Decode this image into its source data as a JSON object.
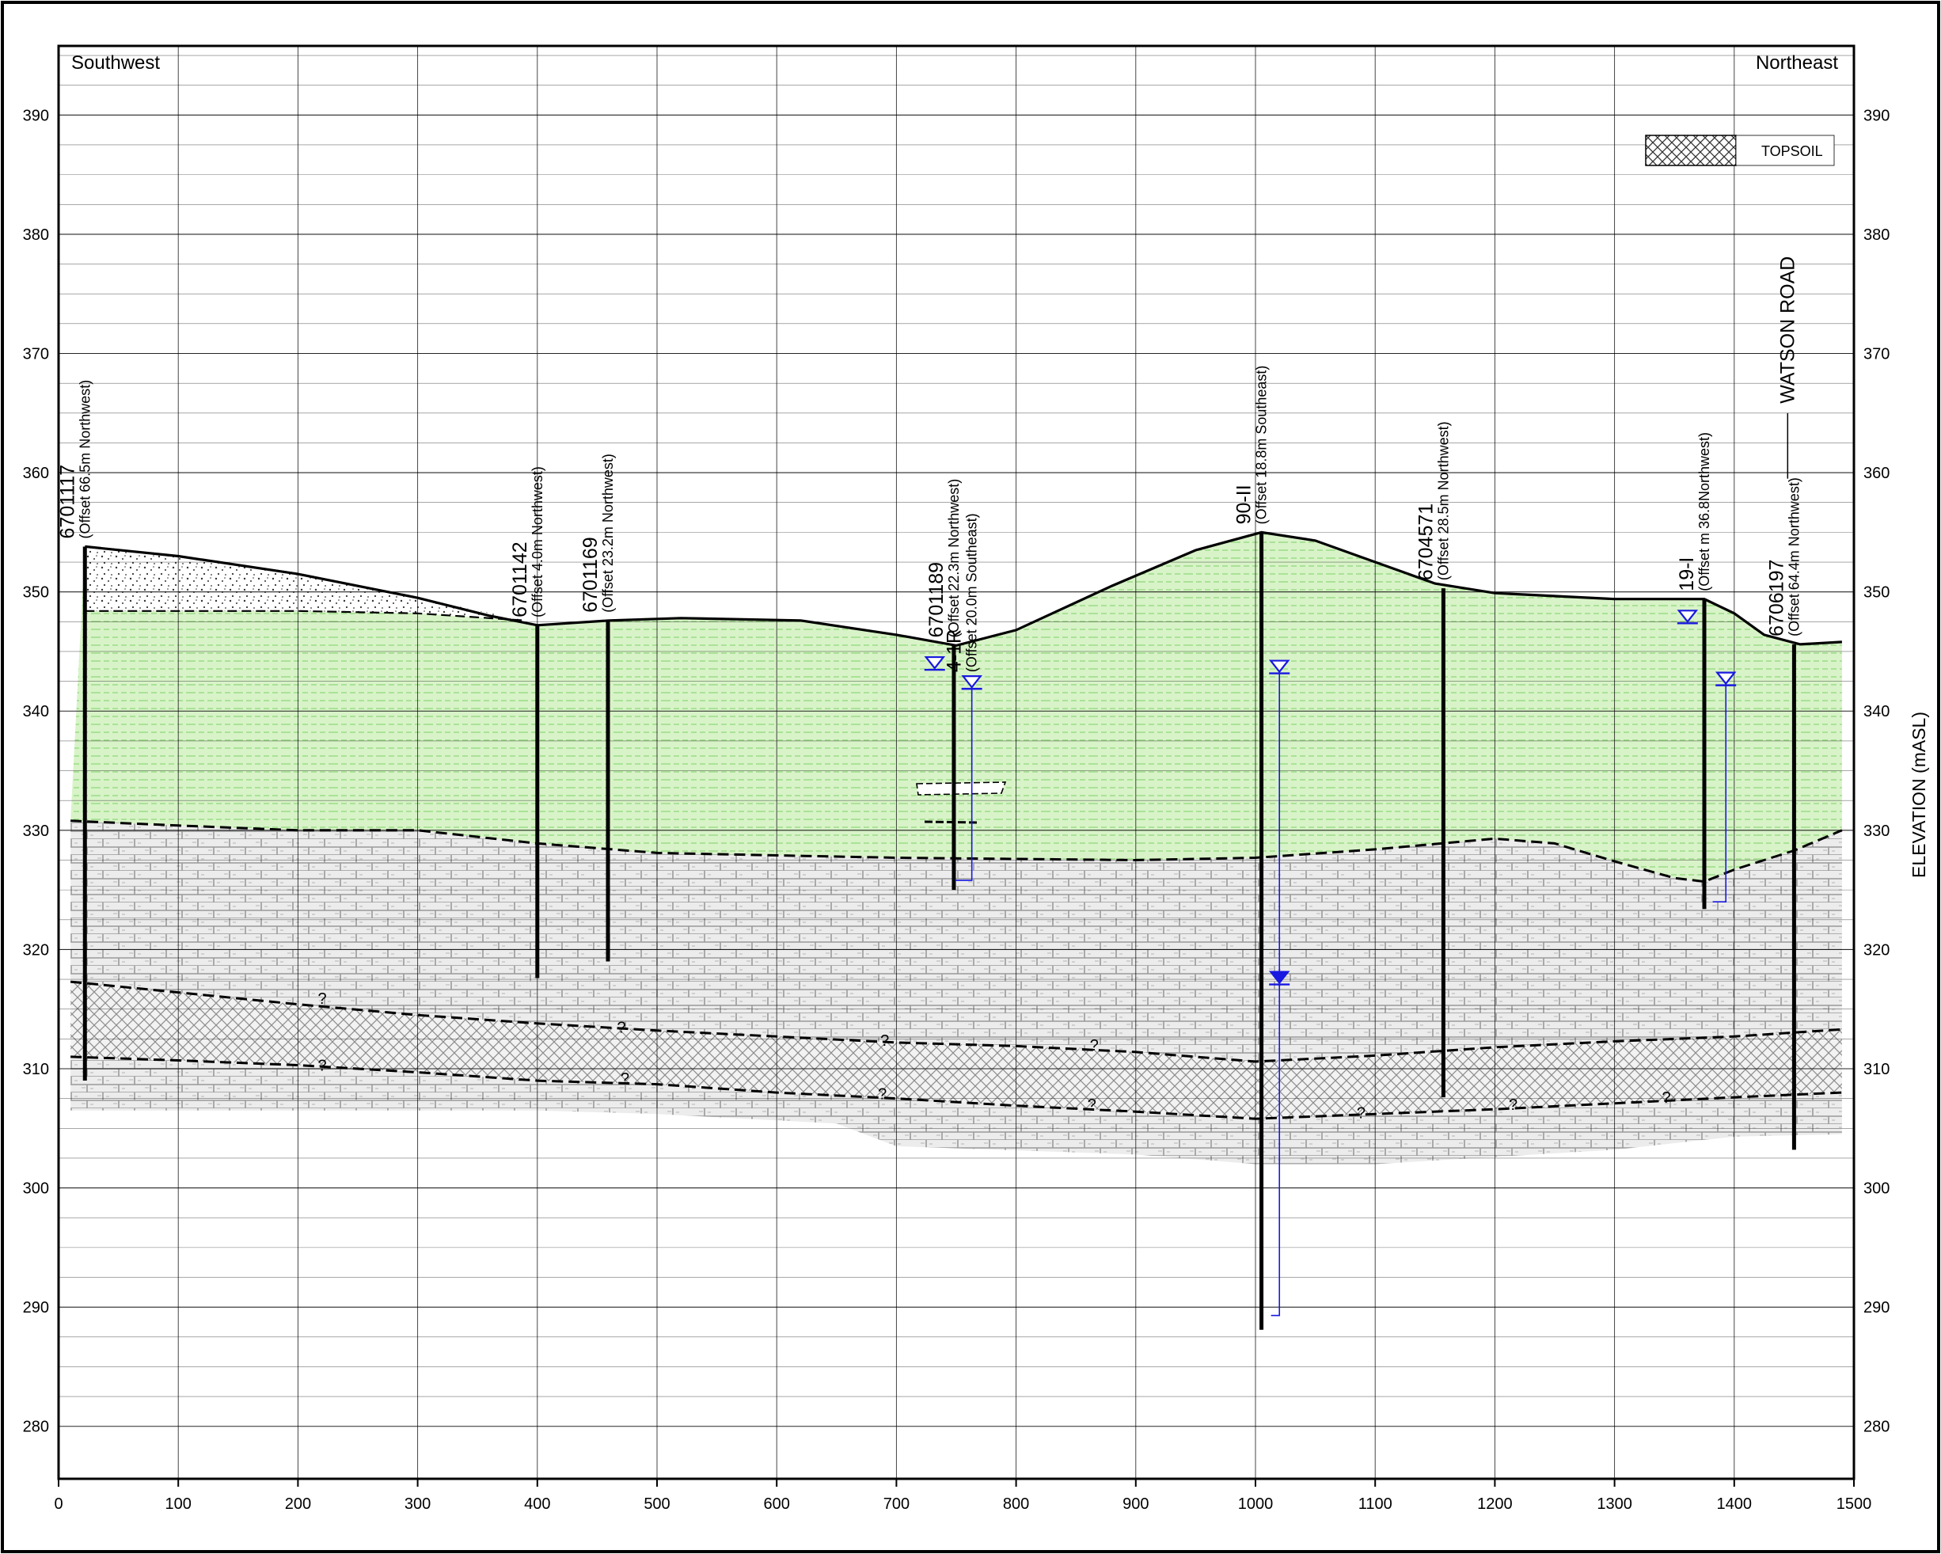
{
  "chart_data": {
    "type": "cross-section",
    "direction_left": "Southwest",
    "direction_right": "Northeast",
    "ylabel": "ELEVATION (mASL)",
    "xlim": [
      0,
      1500
    ],
    "ylim": [
      275,
      395
    ],
    "x_ticks": [
      0,
      100,
      200,
      300,
      400,
      500,
      600,
      700,
      800,
      900,
      1000,
      1100,
      1200,
      1300,
      1400,
      1500
    ],
    "y_ticks": [
      280,
      290,
      300,
      310,
      320,
      330,
      340,
      350,
      360,
      370,
      380,
      390
    ],
    "legend": [
      {
        "label": "TOPSOIL",
        "pattern": "crosshatch"
      }
    ],
    "road_label": "WATSON ROAD",
    "road_x": 1442,
    "uncertain_marker": "?",
    "colors": {
      "clay": "#d6f2c4",
      "clay_lines": "#8fd97a",
      "rock": "#d4d4d4",
      "water_level": "#1818e0",
      "grid": "#000000"
    },
    "ground_surface": [
      [
        22,
        353.8
      ],
      [
        100,
        353
      ],
      [
        200,
        351.5
      ],
      [
        300,
        349.5
      ],
      [
        360,
        348
      ],
      [
        400,
        347.2
      ],
      [
        460,
        347.6
      ],
      [
        520,
        347.8
      ],
      [
        620,
        347.6
      ],
      [
        700,
        346.4
      ],
      [
        750,
        345.5
      ],
      [
        800,
        346.8
      ],
      [
        880,
        350.5
      ],
      [
        950,
        353.5
      ],
      [
        1005,
        355
      ],
      [
        1050,
        354.3
      ],
      [
        1100,
        352.5
      ],
      [
        1150,
        350.7
      ],
      [
        1200,
        349.9
      ],
      [
        1300,
        349.4
      ],
      [
        1375,
        349.4
      ],
      [
        1400,
        348.2
      ],
      [
        1425,
        346.4
      ],
      [
        1455,
        345.6
      ],
      [
        1490,
        345.8
      ]
    ],
    "topsoil_base": [
      [
        22,
        348.4
      ],
      [
        200,
        348.4
      ],
      [
        300,
        348.2
      ],
      [
        390,
        347.6
      ]
    ],
    "clay_base": [
      [
        10,
        330.8
      ],
      [
        100,
        330.4
      ],
      [
        200,
        330
      ],
      [
        300,
        330
      ],
      [
        400,
        328.9
      ],
      [
        500,
        328.1
      ],
      [
        600,
        327.9
      ],
      [
        700,
        327.7
      ],
      [
        800,
        327.6
      ],
      [
        900,
        327.5
      ],
      [
        1000,
        327.7
      ],
      [
        1100,
        328.4
      ],
      [
        1200,
        329.3
      ],
      [
        1250,
        328.9
      ],
      [
        1300,
        327.4
      ],
      [
        1350,
        326
      ],
      [
        1375,
        325.7
      ],
      [
        1400,
        326.7
      ],
      [
        1450,
        328.3
      ],
      [
        1490,
        330
      ]
    ],
    "contact_2": [
      [
        10,
        317.3
      ],
      [
        100,
        316.4
      ],
      [
        200,
        315.4
      ],
      [
        300,
        314.5
      ],
      [
        400,
        313.8
      ],
      [
        500,
        313.2
      ],
      [
        600,
        312.7
      ],
      [
        700,
        312.2
      ],
      [
        800,
        311.9
      ],
      [
        900,
        311.4
      ],
      [
        1000,
        310.6
      ],
      [
        1100,
        311.1
      ],
      [
        1200,
        311.8
      ],
      [
        1300,
        312.3
      ],
      [
        1400,
        312.7
      ],
      [
        1490,
        313.3
      ]
    ],
    "contact_3": [
      [
        10,
        311
      ],
      [
        100,
        310.7
      ],
      [
        200,
        310.3
      ],
      [
        300,
        309.7
      ],
      [
        400,
        309
      ],
      [
        500,
        308.7
      ],
      [
        600,
        308
      ],
      [
        700,
        307.5
      ],
      [
        800,
        306.9
      ],
      [
        900,
        306.4
      ],
      [
        1000,
        305.8
      ],
      [
        1100,
        306.2
      ],
      [
        1200,
        306.6
      ],
      [
        1300,
        307.1
      ],
      [
        1400,
        307.6
      ],
      [
        1490,
        308
      ]
    ],
    "rock_bottom": [
      [
        10,
        306.5
      ],
      [
        300,
        306.5
      ],
      [
        400,
        306.5
      ],
      [
        500,
        306.2
      ],
      [
        650,
        305.4
      ],
      [
        700,
        303.5
      ],
      [
        900,
        302.8
      ],
      [
        1000,
        302
      ],
      [
        1100,
        302
      ],
      [
        1200,
        302.6
      ],
      [
        1300,
        303.2
      ],
      [
        1400,
        304.3
      ],
      [
        1490,
        304.5
      ]
    ],
    "uncertain_points": [
      [
        215,
        315.9
      ],
      [
        465,
        313.5
      ],
      [
        685,
        312.4
      ],
      [
        860,
        312
      ],
      [
        215,
        310.3
      ],
      [
        468,
        309.2
      ],
      [
        683,
        307.9
      ],
      [
        858,
        307
      ],
      [
        1083,
        306.3
      ],
      [
        1210,
        307
      ],
      [
        1338,
        307.6
      ]
    ],
    "boreholes": [
      {
        "id": "6701117",
        "offset": "(Offset 66.5m Northwest)",
        "x": 22,
        "top": 353.8,
        "bottom": 309
      },
      {
        "id": "6701142",
        "offset": "(Offset 4.0m Northwest)",
        "x": 400,
        "top": 347.2,
        "bottom": 317.6
      },
      {
        "id": "6701169",
        "offset": "(Offset 23.2m Northwest)",
        "x": 459,
        "top": 347.6,
        "bottom": 319
      },
      {
        "id": "6701189",
        "offset": "(Offset 22.3m Northwest)",
        "x": 748,
        "top": 345.5,
        "bottom": 325
      },
      {
        "id": "4-1R",
        "offset": "(Offset 20.0m Southeast)",
        "x": 763,
        "top": 342.6,
        "bottom": 325.8,
        "well": true
      },
      {
        "id": "90-II",
        "offset": "(Offset 18.8m  Southeast)",
        "x": 1005,
        "top": 355,
        "bottom": 288.1
      },
      {
        "id": "6704571",
        "offset": "(Offset 28.5m Northwest)",
        "x": 1157,
        "top": 350.3,
        "bottom": 307.6
      },
      {
        "id": "19-I",
        "offset": "(Offset m 36.8Northwest)",
        "x": 1375,
        "top": 349.4,
        "bottom": 323.4
      },
      {
        "id": "6706197",
        "offset": "(Offset 64.4m Northwest)",
        "x": 1450,
        "top": 345.6,
        "bottom": 303.2
      }
    ],
    "water_levels": [
      {
        "x": 732,
        "elev": 343.6
      },
      {
        "x": 763,
        "elev": 342
      },
      {
        "x": 1020,
        "elev": 343.3
      },
      {
        "x": 1020,
        "elev": 317.2,
        "filled": true
      },
      {
        "x": 1361,
        "elev": 347.5
      },
      {
        "x": 1393,
        "elev": 342.3
      }
    ]
  }
}
